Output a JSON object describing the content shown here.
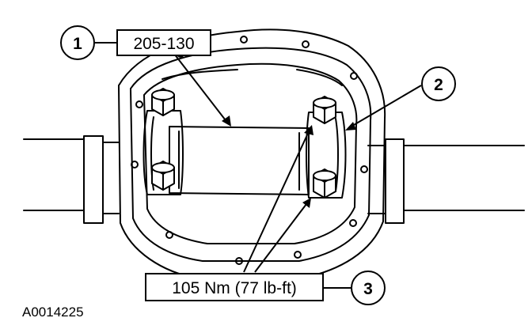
{
  "callouts": [
    {
      "number": "1",
      "label": "205-130"
    },
    {
      "number": "2"
    },
    {
      "number": "3",
      "label": "105 Nm (77 lb-ft)"
    }
  ],
  "figure_id": "A0014225",
  "colors": {
    "line": "#000000",
    "background": "#ffffff"
  }
}
